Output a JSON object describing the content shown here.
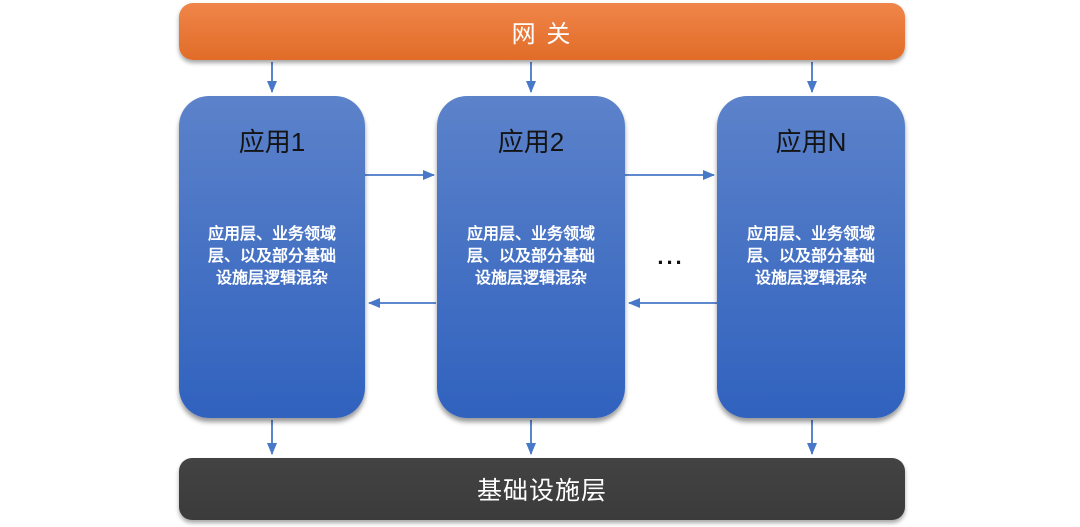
{
  "diagram": {
    "title_hint": "monolithic applications behind a gateway sharing an infrastructure layer",
    "gateway": {
      "label": "网 关"
    },
    "apps": [
      {
        "title": "应用1",
        "body": "应用层、业务领域层、以及部分基础设施层逻辑混杂",
        "body_lines": [
          "应用层、业务领域",
          "层、以及部分基础",
          "设施层逻辑混杂"
        ]
      },
      {
        "title": "应用2",
        "body": "应用层、业务领域层、以及部分基础设施层逻辑混杂",
        "body_lines": [
          "应用层、业务领域",
          "层、以及部分基础",
          "设施层逻辑混杂"
        ]
      },
      {
        "title": "应用N",
        "body": "应用层、业务领域层、以及部分基础设施层逻辑混杂",
        "body_lines": [
          "应用层、业务领域",
          "层、以及部分基础",
          "设施层逻辑混杂"
        ]
      }
    ],
    "ellipsis": "...",
    "infrastructure": {
      "label": "基础设施层"
    },
    "edges": [
      {
        "from": "gateway",
        "to": "app1"
      },
      {
        "from": "gateway",
        "to": "app2"
      },
      {
        "from": "gateway",
        "to": "appN"
      },
      {
        "from": "app1",
        "to": "app2"
      },
      {
        "from": "app2",
        "to": "appN"
      },
      {
        "from": "app2",
        "to": "app1"
      },
      {
        "from": "appN",
        "to": "app2"
      },
      {
        "from": "app1",
        "to": "infrastructure"
      },
      {
        "from": "app2",
        "to": "infrastructure"
      },
      {
        "from": "appN",
        "to": "infrastructure"
      }
    ],
    "colors": {
      "gateway_top": "#F0854A",
      "gateway_bottom": "#E16C28",
      "app_top": "#5C82CA",
      "app_bottom": "#3062BE",
      "infra_top": "#434343",
      "infra_bottom": "#3B3B3B",
      "arrow": "#4878C8",
      "title_color": "#141414",
      "node_text": "#FFFFFF",
      "ellipsis_color": "#111111"
    }
  }
}
